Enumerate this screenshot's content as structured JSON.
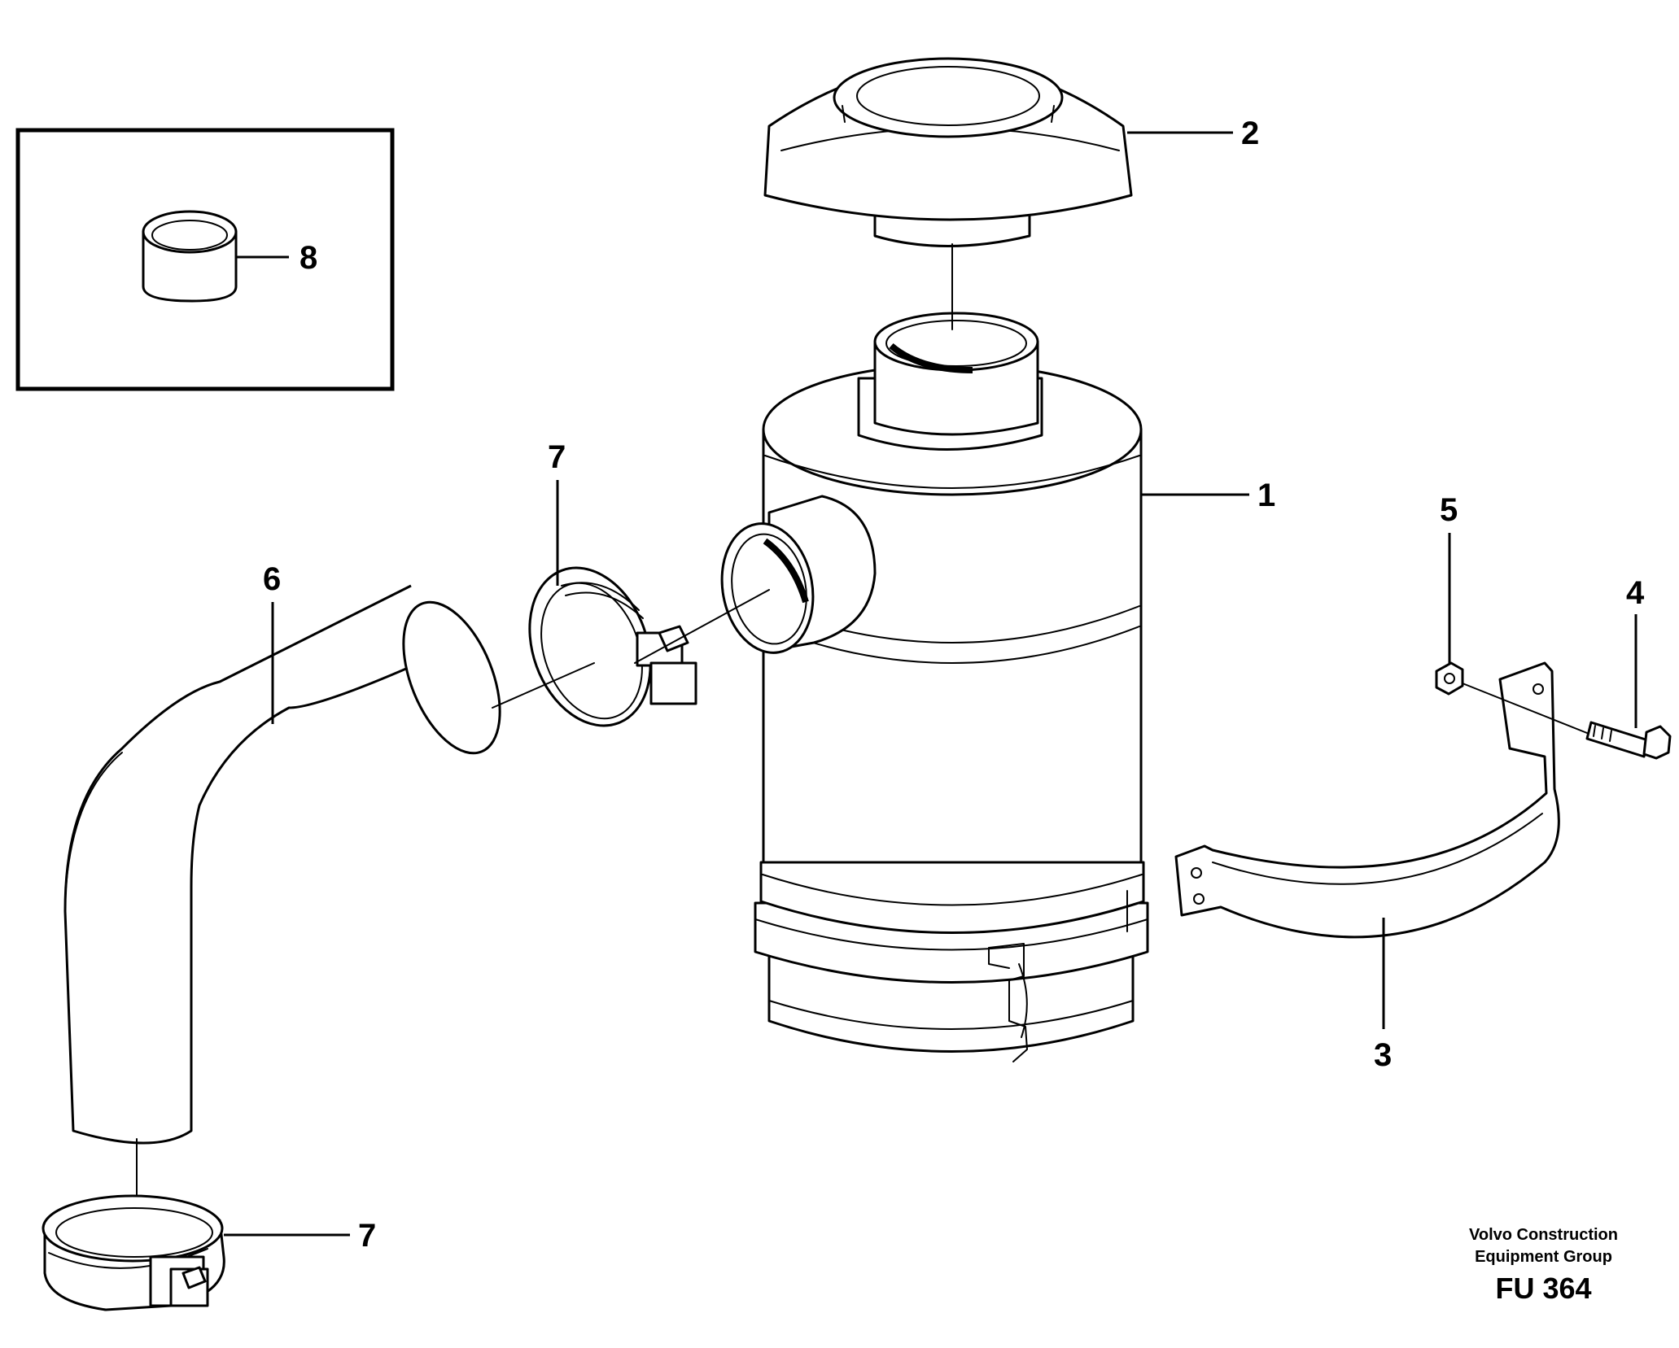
{
  "callouts": {
    "c1": "1",
    "c2": "2",
    "c3": "3",
    "c4": "4",
    "c5": "5",
    "c6": "6",
    "c7a": "7",
    "c7b": "7",
    "c8": "8"
  },
  "footer": {
    "org_line1": "Volvo Construction",
    "org_line2": "Equipment Group",
    "figure_code": "FU 364"
  }
}
